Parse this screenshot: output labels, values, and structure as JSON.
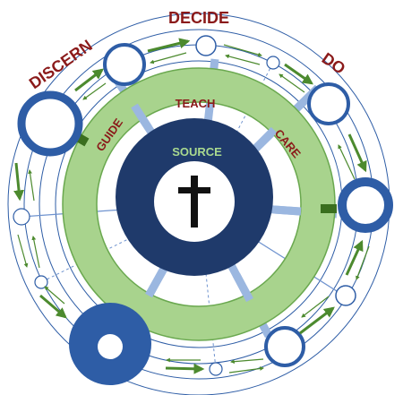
{
  "outer_labels": {
    "discern": "DISCERN",
    "decide": "DECIDE",
    "do": "DO"
  },
  "ring_labels": {
    "guide": "GUIDE",
    "teach": "TEACH",
    "care": "CARE"
  },
  "center": {
    "label": "SOURCE",
    "symbol": "cross-icon"
  },
  "colors": {
    "dark_navy": "#1f3a6b",
    "medium_blue": "#2e5da6",
    "light_blue_spoke": "#9bb7e0",
    "ring_green": "#a8d38d",
    "ring_green_border": "#6aa84f",
    "arrow_green": "#4c8a2e",
    "label_red": "#8b1a1a",
    "source_green": "#a9d98f"
  }
}
